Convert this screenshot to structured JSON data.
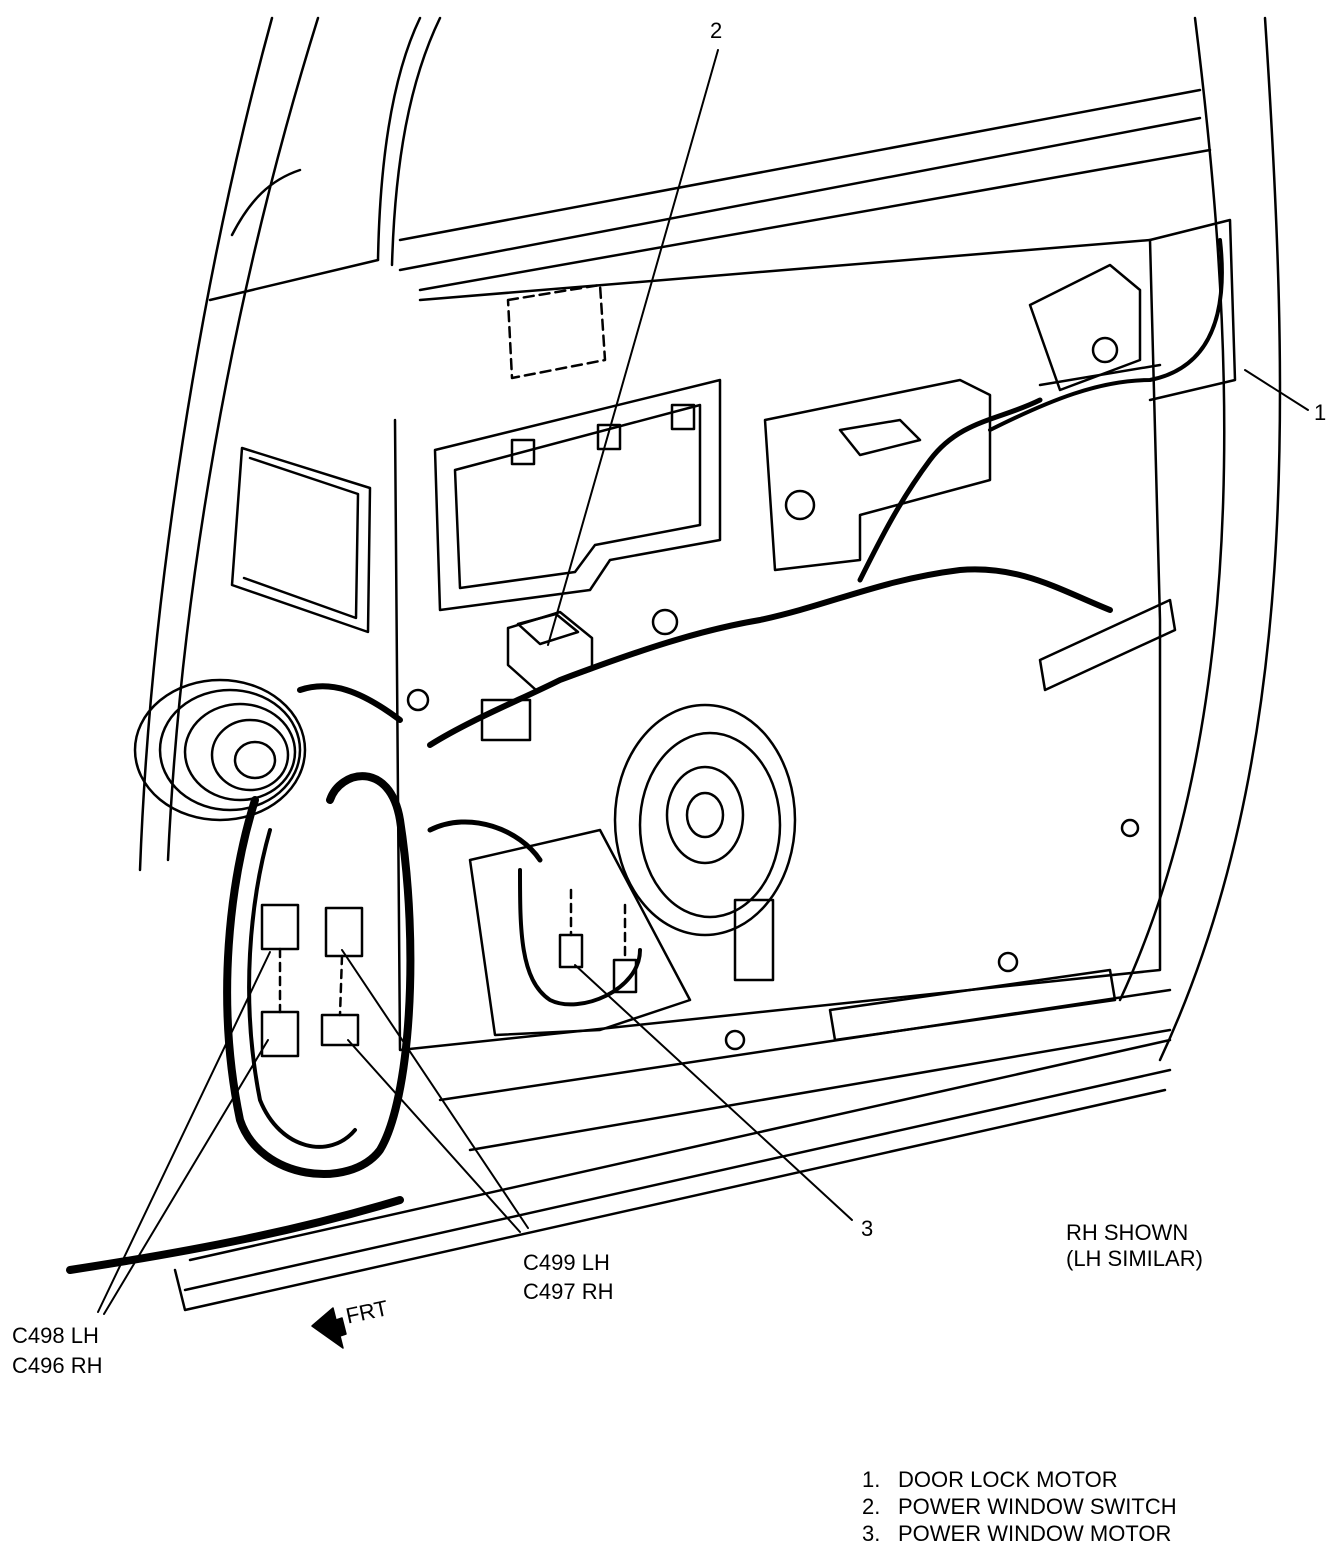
{
  "callouts": {
    "c1": "1",
    "c2": "2",
    "c3": "3"
  },
  "connectors": {
    "c499_lh": "C499 LH",
    "c497_rh": "C497 RH",
    "c498_lh": "C498 LH",
    "c496_rh": "C496 RH"
  },
  "direction": {
    "front": "FRT"
  },
  "note": {
    "line1": "RH SHOWN",
    "line2": "(LH SIMILAR)"
  },
  "legend": [
    {
      "num": "1.",
      "text": "DOOR LOCK MOTOR"
    },
    {
      "num": "2.",
      "text": "POWER WINDOW SWITCH"
    },
    {
      "num": "3.",
      "text": "POWER WINDOW MOTOR"
    }
  ]
}
